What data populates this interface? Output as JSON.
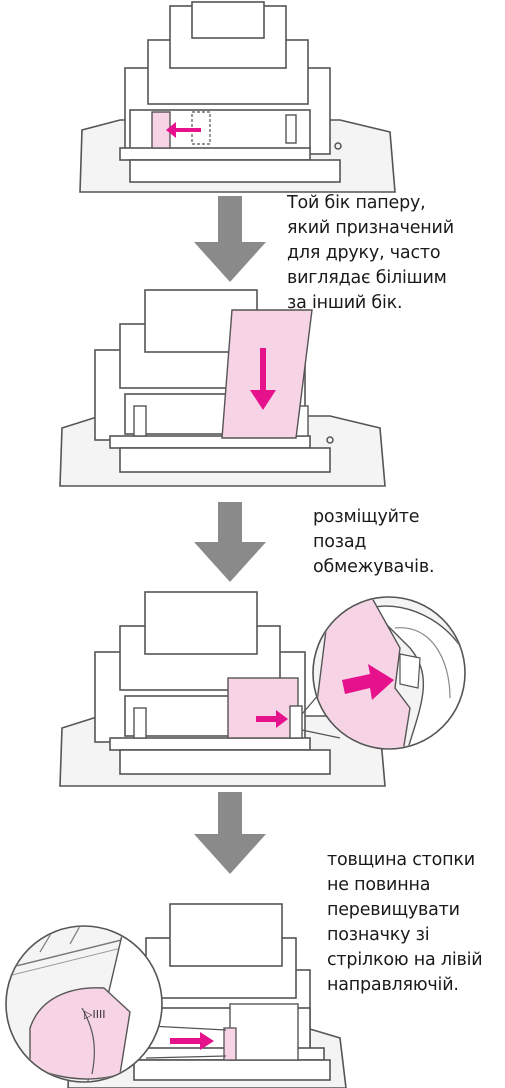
{
  "colors": {
    "printer_stroke": "#555555",
    "printer_fill": "#ffffff",
    "tray_fill": "#f0f0f0",
    "paper_pink": "#f7d3e6",
    "accent_magenta": "#e5128c",
    "step_arrow": "#8a8a8a"
  },
  "notes": {
    "note1": [
      "Той бік паперу,",
      "який призначений",
      "для друку, часто",
      "виглядає білішим",
      "за інший бік."
    ],
    "note2": [
      "розміщуйте",
      "позад",
      "обмежувачів."
    ],
    "note3": [
      "товщина стопки",
      "не повинна",
      "перевищувати",
      "позначку зі",
      "стрілкою на лівій",
      "направляючій."
    ]
  },
  "icons": {
    "step_arrow": "down-arrow-icon",
    "guide_arrow": "magenta-arrow-icon",
    "stack_mark": "stack-limit-mark-icon"
  },
  "stack_mark_label": "▷IIII"
}
